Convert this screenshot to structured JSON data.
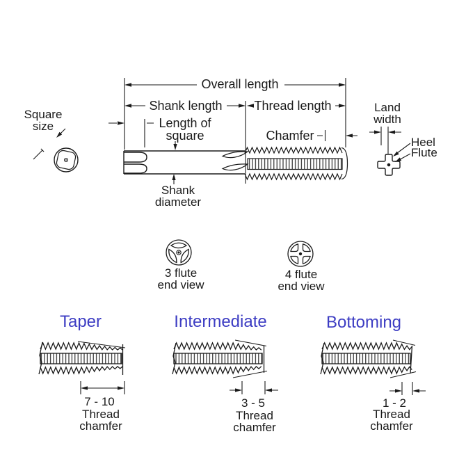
{
  "diagram": {
    "title_implicit": "Tap nomenclature diagram",
    "top": {
      "overall_length": "Overall length",
      "shank_length": "Shank length",
      "thread_length": "Thread length",
      "length_of_square": "Length of\nsquare",
      "chamfer": "Chamfer",
      "square_size": "Square\nsize",
      "land_width": "Land\nwidth",
      "heel": "Heel",
      "flute": "Flute",
      "shank_diameter": "Shank\ndiameter"
    },
    "end_views": {
      "three_flute": "3 flute\nend view",
      "four_flute": "4 flute\nend view"
    },
    "tap_types": [
      {
        "name": "Taper",
        "chamfer_range": "7 - 10",
        "caption": "Thread\nchamfer"
      },
      {
        "name": "Intermediate",
        "chamfer_range": "3 - 5",
        "caption": "Thread\nchamfer"
      },
      {
        "name": "Bottoming",
        "chamfer_range": "1 - 2",
        "caption": "Thread\nchamfer"
      }
    ],
    "colors": {
      "type_label_blue": "#3d3dc3",
      "line_black": "#1a1a1a",
      "background": "#ffffff"
    }
  }
}
